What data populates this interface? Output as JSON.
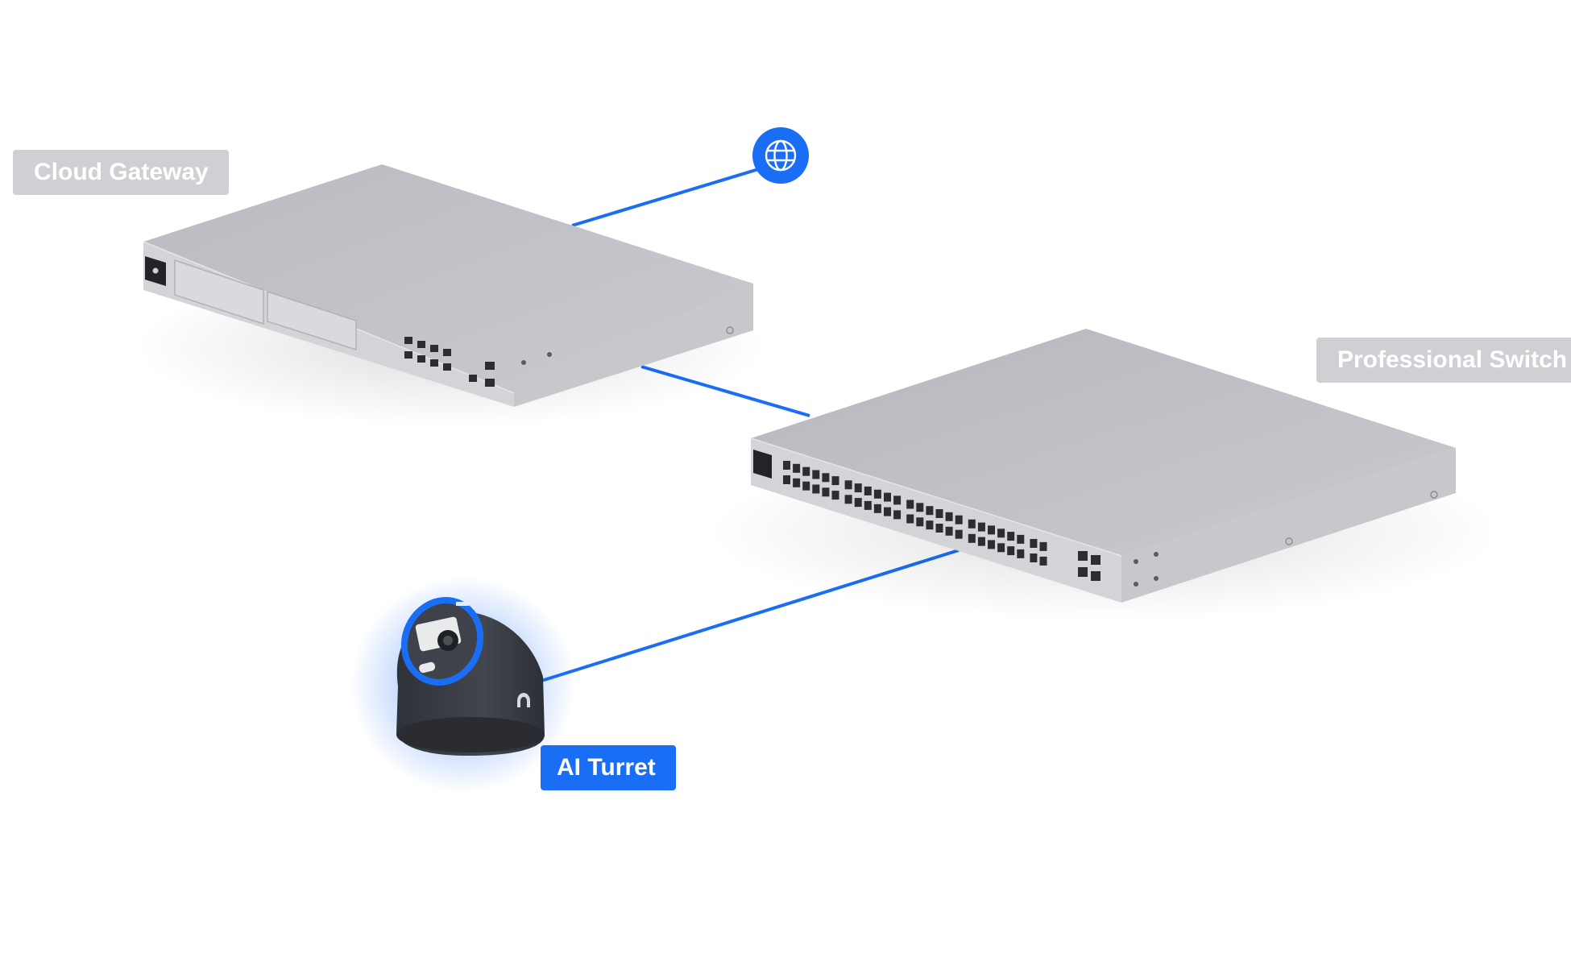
{
  "devices": {
    "gateway": {
      "label": "Cloud Gateway",
      "selected": false
    },
    "switch": {
      "label": "Professional Switch",
      "selected": false
    },
    "camera": {
      "label": "AI Turret",
      "selected": true
    }
  },
  "internet": {
    "icon": "globe-icon"
  },
  "colors": {
    "accent": "#1a6ef5",
    "link": "#1a6ef5",
    "label_inactive_bg": "#cfd0d3",
    "label_inactive_text": "#ffffff",
    "label_active_bg": "#1a6ef5",
    "label_active_text": "#ffffff",
    "device_body": "#c3c5ca",
    "camera_body": "#3b3e46"
  }
}
